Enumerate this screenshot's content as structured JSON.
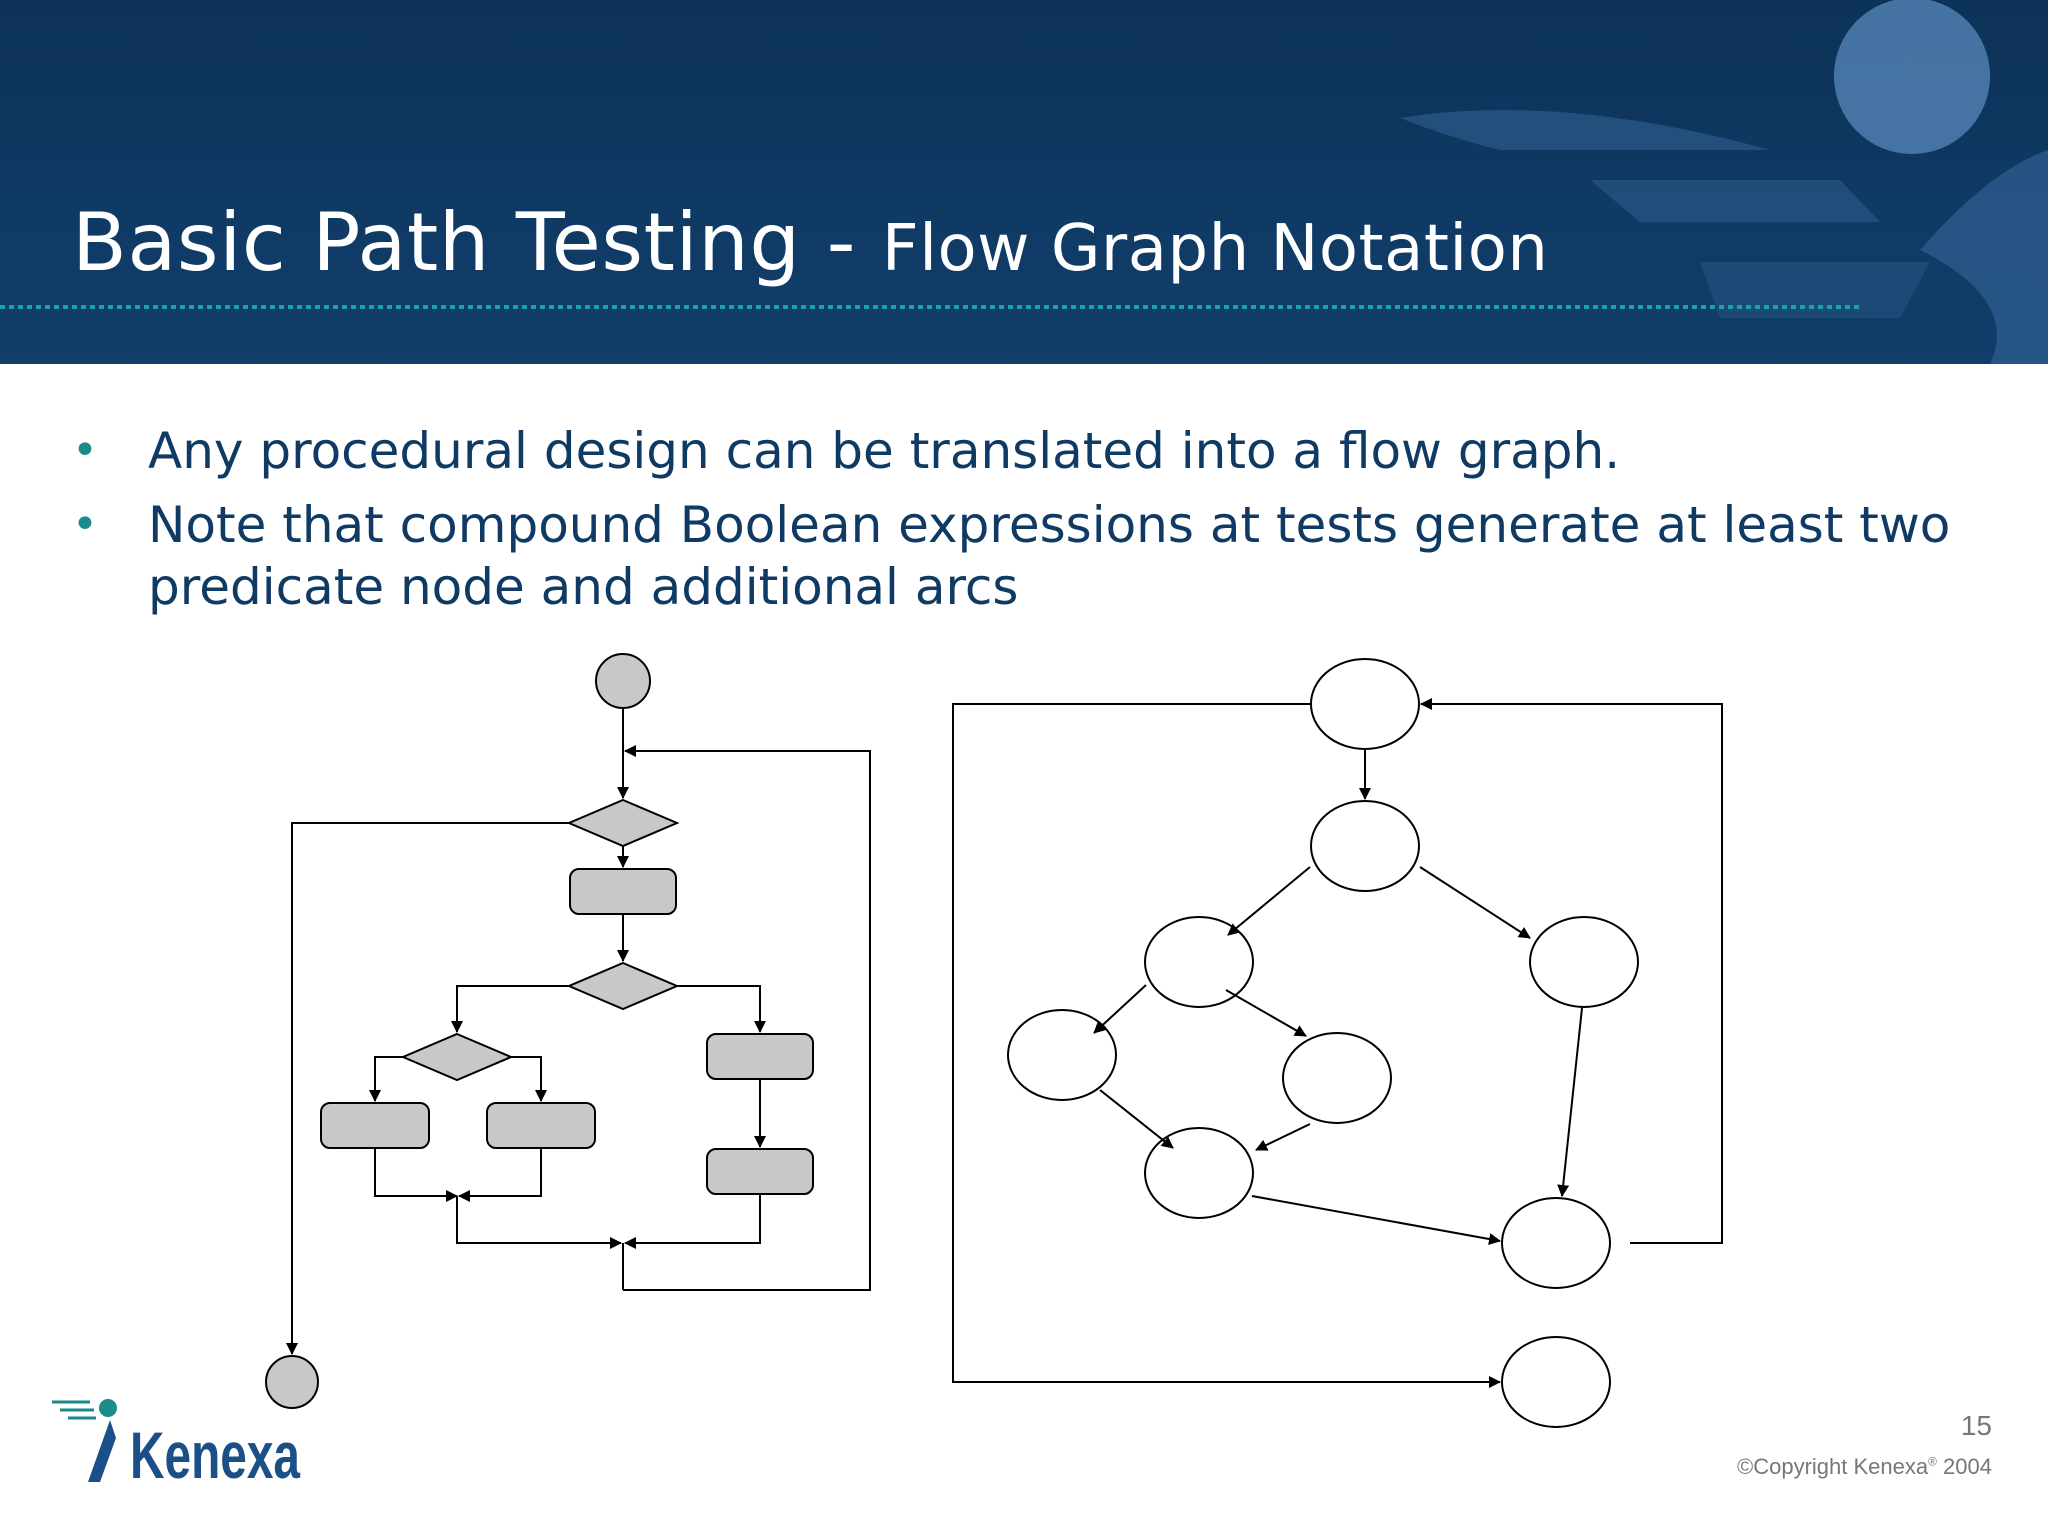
{
  "slide": {
    "title_main": "Basic Path Testing - ",
    "title_sub": "Flow Graph Notation",
    "bullets": [
      {
        "text": "Any procedural design can be translated into a flow graph."
      },
      {
        "text": "Note that compound Boolean expressions at tests generate at least two predicate node and additional arcs"
      }
    ],
    "bullet_glyph": "•"
  },
  "footer": {
    "page_number": "15",
    "copyright_text": "©Copyright Kenexa",
    "copyright_mark": "®",
    "copyright_year": " 2004",
    "logo_text": "Kenexa"
  },
  "colors": {
    "header_bg": "#0f3a64",
    "title_text": "#ffffff",
    "body_text": "#0f3a64",
    "bullet": "#1a8a8a",
    "node_fill_gray": "#c8c8c8",
    "logo_blue": "#1b4f88",
    "logo_teal": "#1a8a8a"
  }
}
